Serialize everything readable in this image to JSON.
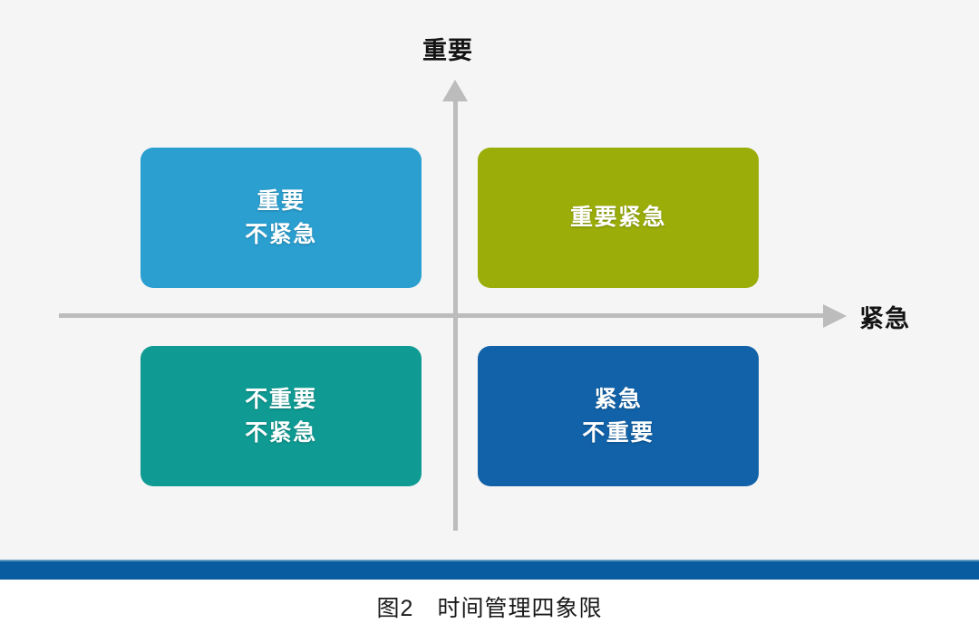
{
  "figure": {
    "background_color": "#f5f5f5",
    "caption": "图2　时间管理四象限",
    "caption_number": "图2",
    "caption_title": "时间管理四象限"
  },
  "axes": {
    "vertical": {
      "label": "重要",
      "meaning": "Important",
      "direction": "up",
      "color": "#bcbcbc"
    },
    "horizontal": {
      "label": "紧急",
      "meaning": "Urgent",
      "direction": "right",
      "color": "#bcbcbc"
    }
  },
  "quadrants": [
    {
      "id": "top-left",
      "lines": [
        "重要",
        "不紧急"
      ],
      "line1": "重要",
      "line2": "不紧急",
      "color": "#2a9fd0",
      "shadow_color": "#1c7ca6",
      "text_color": "#ffffff"
    },
    {
      "id": "top-right",
      "lines": [
        "重要紧急"
      ],
      "line1": "重要紧急",
      "line2": "",
      "color": "#9aad08",
      "shadow_color": "#7d8c06",
      "text_color": "#ffffff"
    },
    {
      "id": "bottom-left",
      "lines": [
        "不重要",
        "不紧急"
      ],
      "line1": "不重要",
      "line2": "不紧急",
      "color": "#0f9b93",
      "shadow_color": "#0b7a74",
      "text_color": "#ffffff"
    },
    {
      "id": "bottom-right",
      "lines": [
        "紧急",
        "不重要"
      ],
      "line1": "紧急",
      "line2": "不重要",
      "color": "#1162a8",
      "shadow_color": "#0d4c83",
      "text_color": "#ffffff"
    }
  ],
  "divider": {
    "color": "#0a5ca0",
    "top_line_color": "#5a93bf"
  }
}
